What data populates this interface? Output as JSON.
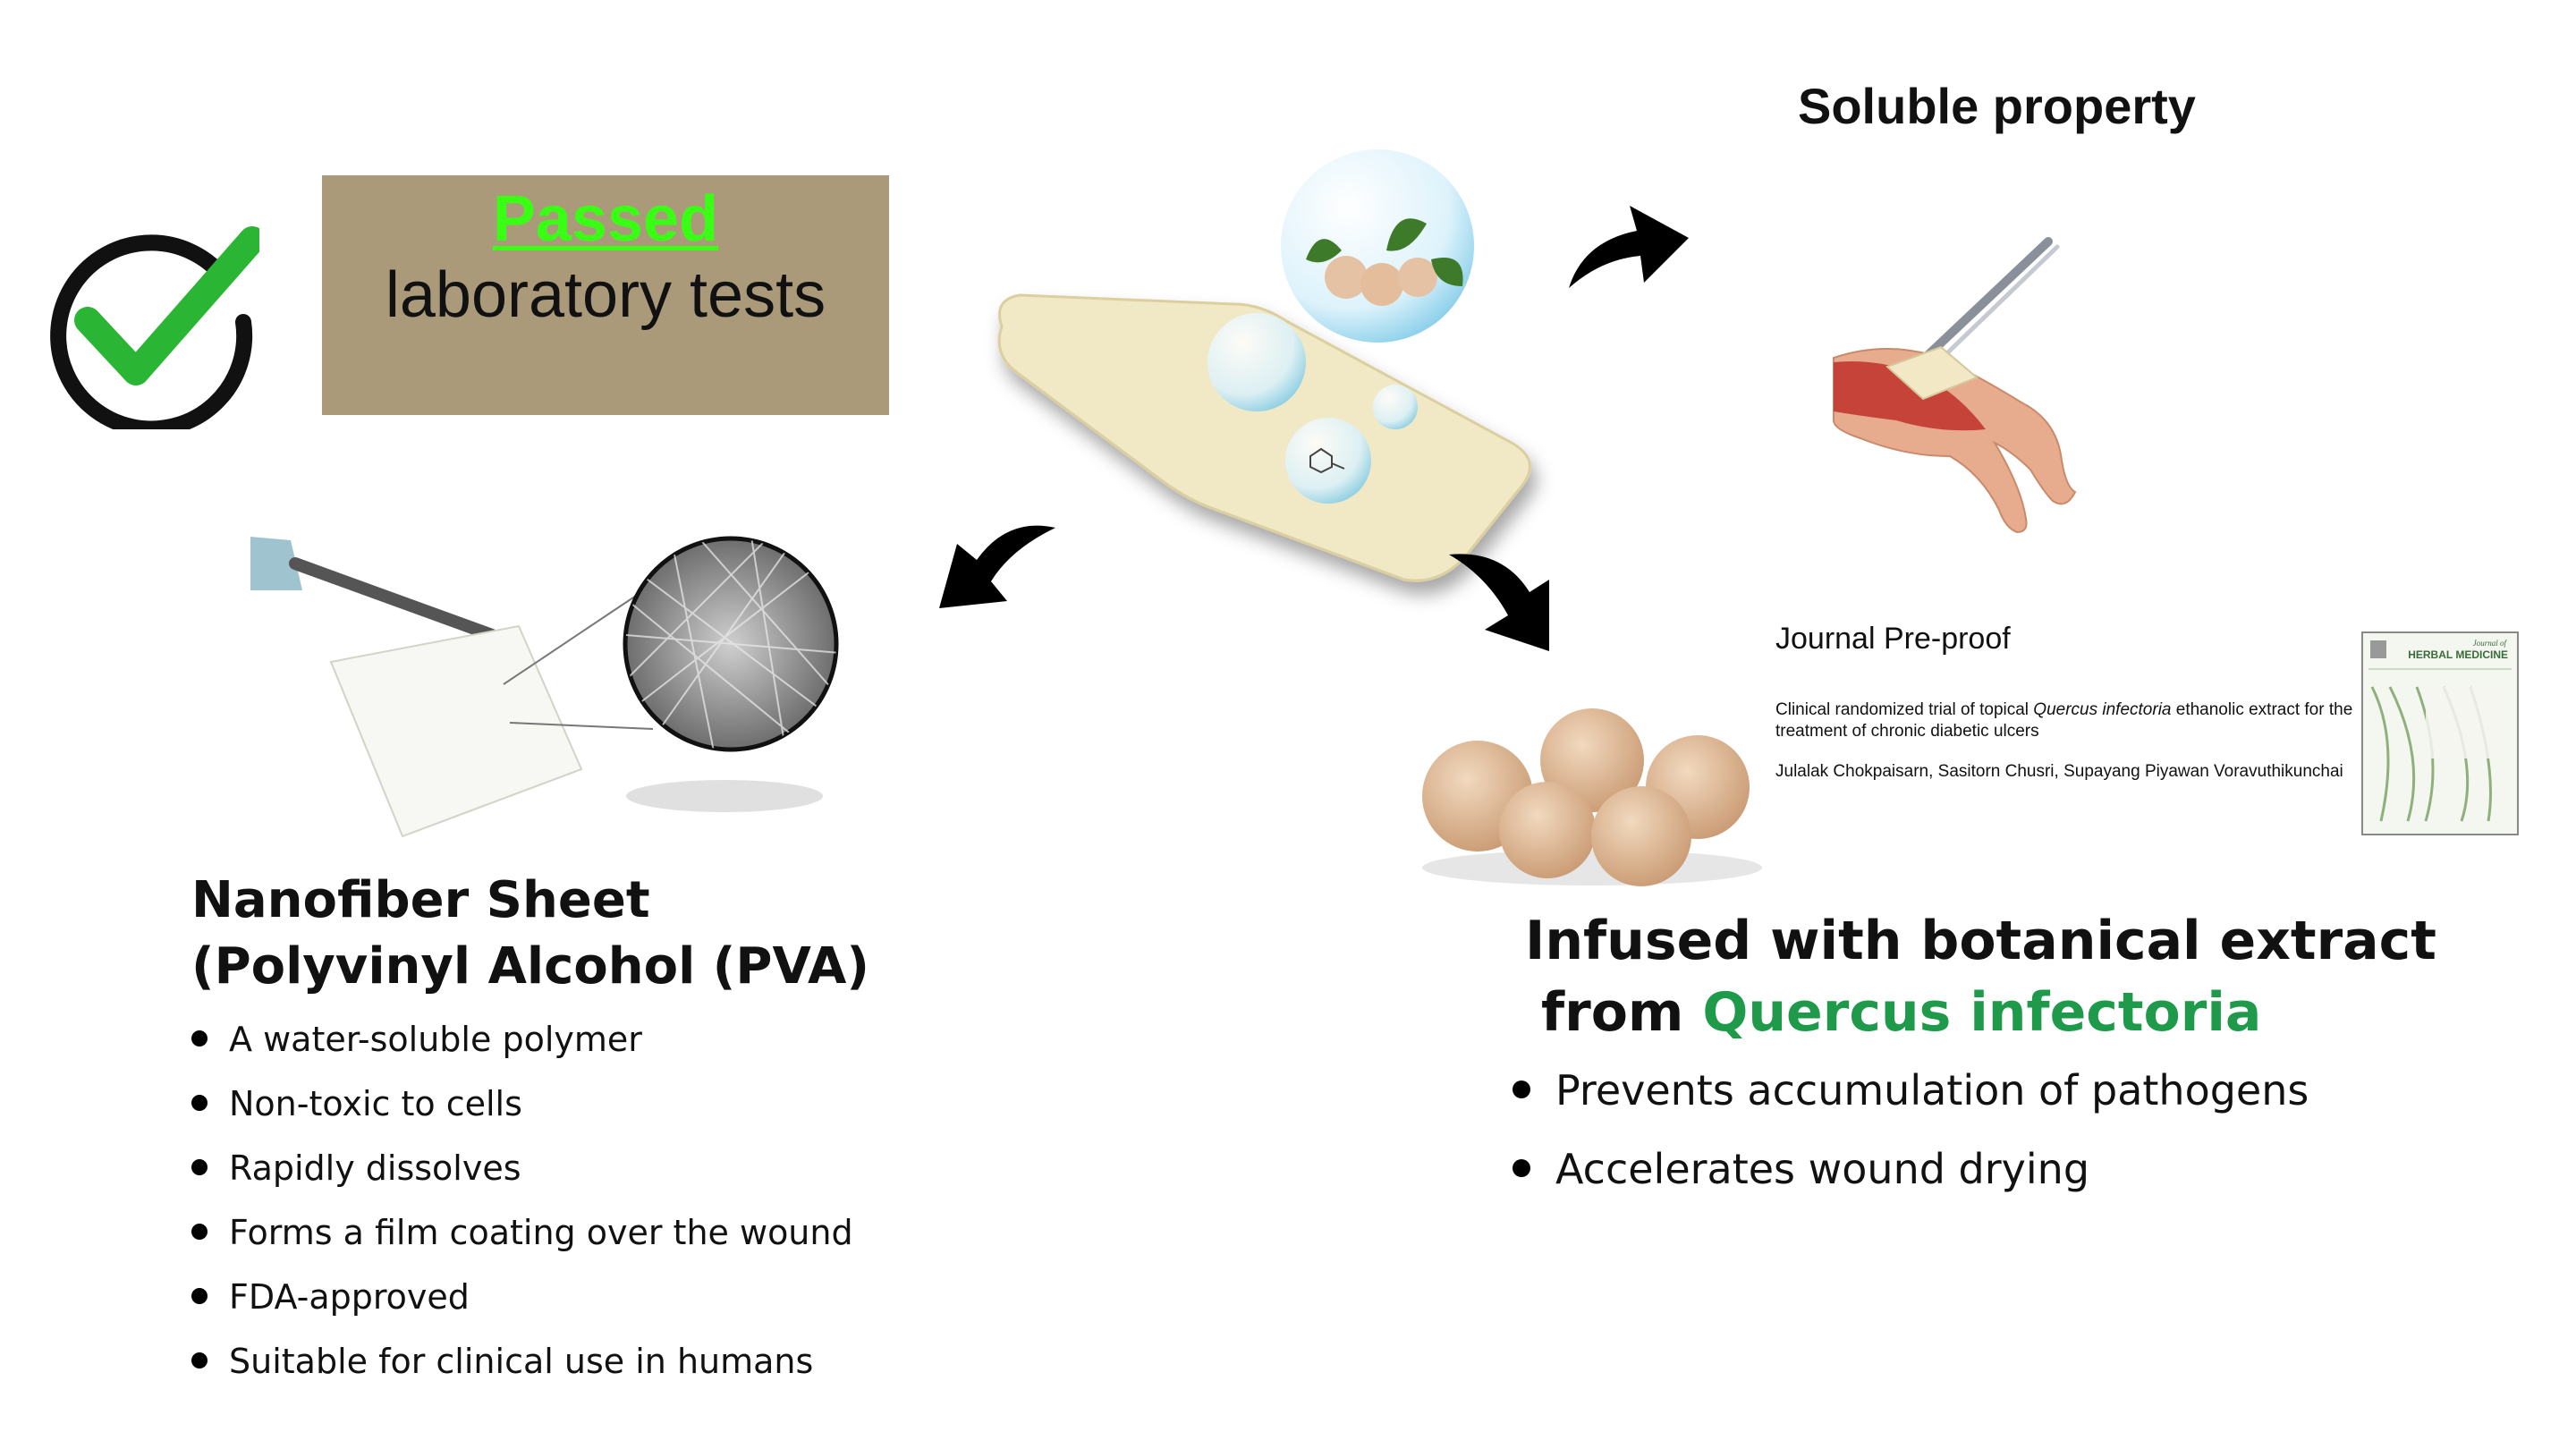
{
  "passed": {
    "label": "Passed ",
    "sub": "laboratory tests",
    "box_color": "#ab9a79",
    "label_color": "#39ff14"
  },
  "soluble": {
    "title": "Soluble property"
  },
  "journal": {
    "name": "Journal Pre-proof",
    "article_before": "Clinical randomized trial of topical ",
    "article_italic": "Quercus infectoria",
    "article_after": " ethanolic extract for the treatment of chronic diabetic ulcers",
    "authors": "Julalak Chokpaisarn, Sasitorn Chusri, Supayang Piyawan Voravuthikunchai",
    "cover_line1": "Journal of",
    "cover_line2": "HERBAL MEDICINE"
  },
  "nanofiber": {
    "title_line1": "Nanofiber Sheet",
    "title_line2": "(Polyvinyl Alcohol (PVA)",
    "bullets": [
      "A water-soluble polymer",
      "Non-toxic to cells",
      "Rapidly dissolves",
      "Forms a film coating over the wound",
      "FDA-approved",
      "Suitable for clinical use in humans"
    ]
  },
  "botanical": {
    "title_line1": "Infused with botanical extract",
    "title_prefix": "from ",
    "title_highlight": "Quercus infectoria",
    "highlight_color": "#1e9a4a",
    "bullets": [
      "Prevents accumulation of pathogens",
      "Accelerates wound drying"
    ]
  },
  "icons": [
    "check-icon",
    "arrow-icon",
    "bubble-icon",
    "gall-nut-icon",
    "forceps-icon",
    "hand-icon",
    "magnifier-icon"
  ]
}
